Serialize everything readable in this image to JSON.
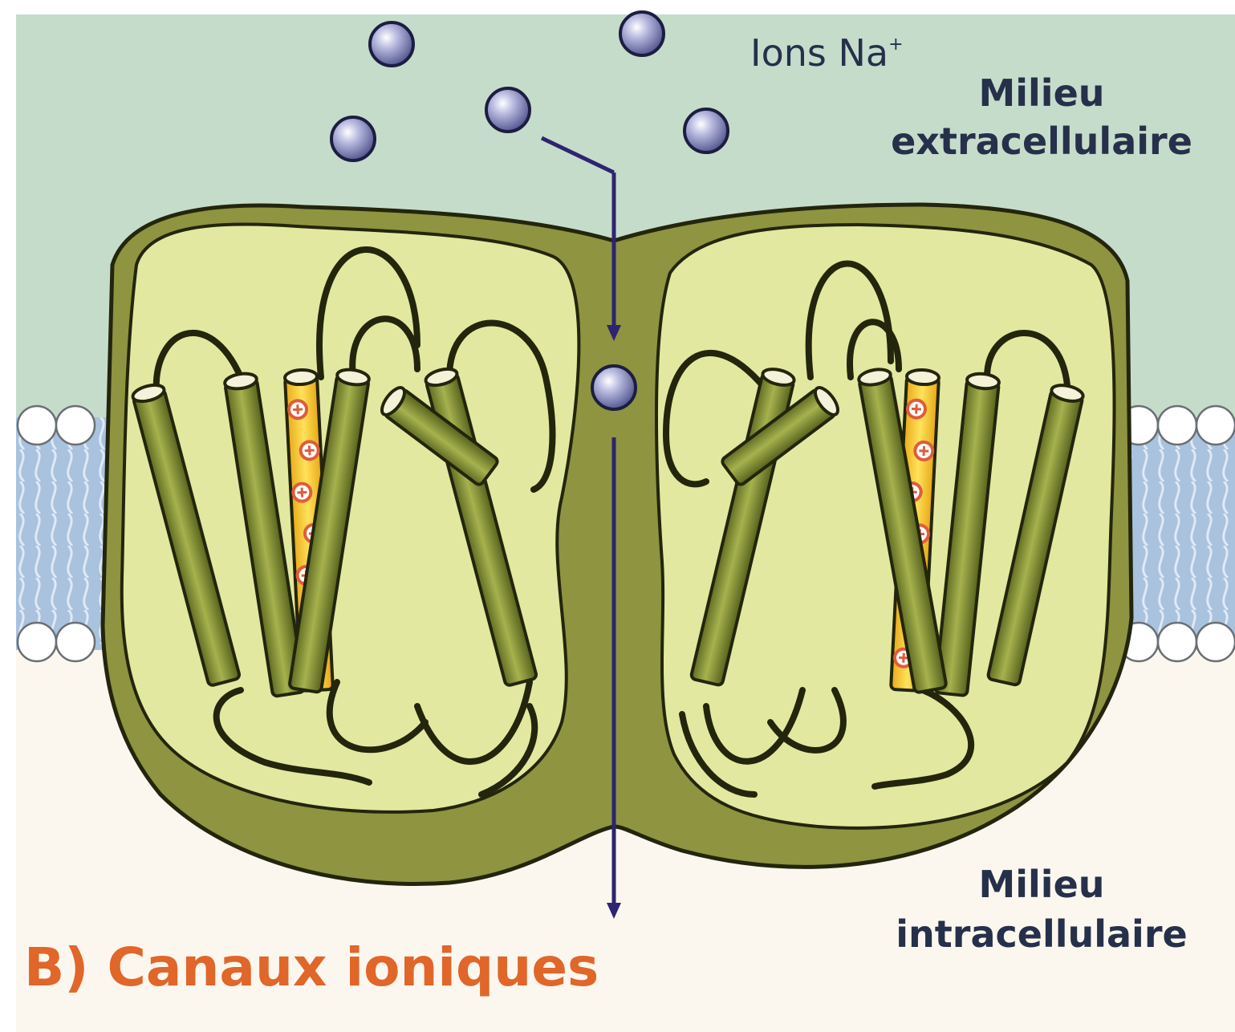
{
  "labels": {
    "ions": "Ions Na",
    "ions_superscript": "+",
    "extra_line1": "Milieu",
    "extra_line2": "extracellulaire",
    "intra_line1": "Milieu",
    "intra_line2": "intracellulaire",
    "panel_title": "B) Canaux ioniques"
  },
  "colors": {
    "extracellular": "#c6dccb",
    "intracellular": "#fbf7ee",
    "membrane": "#a9c2de",
    "protein_light": "#e3e8a0",
    "protein_dark": "#8e9440",
    "helix": "#7d8a35",
    "voltage_sensor": "#f4c632",
    "ion": "#7f82b8",
    "arrow": "#2e2470",
    "title": "#e0662a",
    "text": "#26304a"
  }
}
